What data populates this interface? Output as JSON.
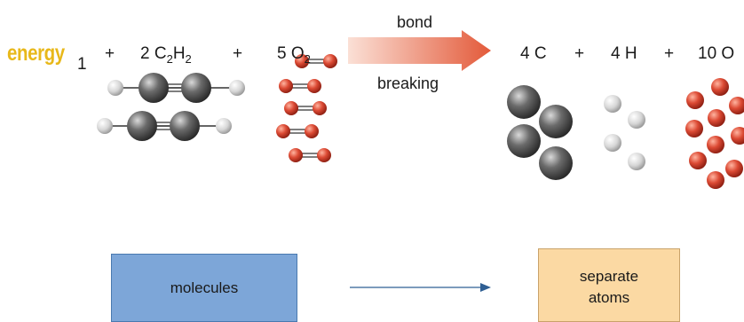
{
  "equation": {
    "energy_word": "energy",
    "energy_subscript": "1",
    "plus": "+",
    "acetylene": {
      "coef": "2 C",
      "sub1": "2",
      "mid": "H",
      "sub2": "2"
    },
    "oxygen": {
      "coef": "5 O",
      "sub": "2"
    },
    "carbon": "4 C",
    "hydrogen": "4 H",
    "oxygen_atoms": "10 O"
  },
  "arrow": {
    "top_label": "bond",
    "bottom_label": "breaking"
  },
  "boxes": {
    "left_label": "molecules",
    "right_line1": "separate",
    "right_line2": "atoms"
  },
  "colors": {
    "energy_text": "#e8b81a",
    "molecules_box": "#7da6d8",
    "atoms_box": "#fbd9a3",
    "arrow": "#e8694a",
    "carbon_atom": "#5a5a5a",
    "hydrogen_atom": "#d8d8d8",
    "oxygen_atom": "#d9432e",
    "flow_arrow": "#2f5f93"
  }
}
